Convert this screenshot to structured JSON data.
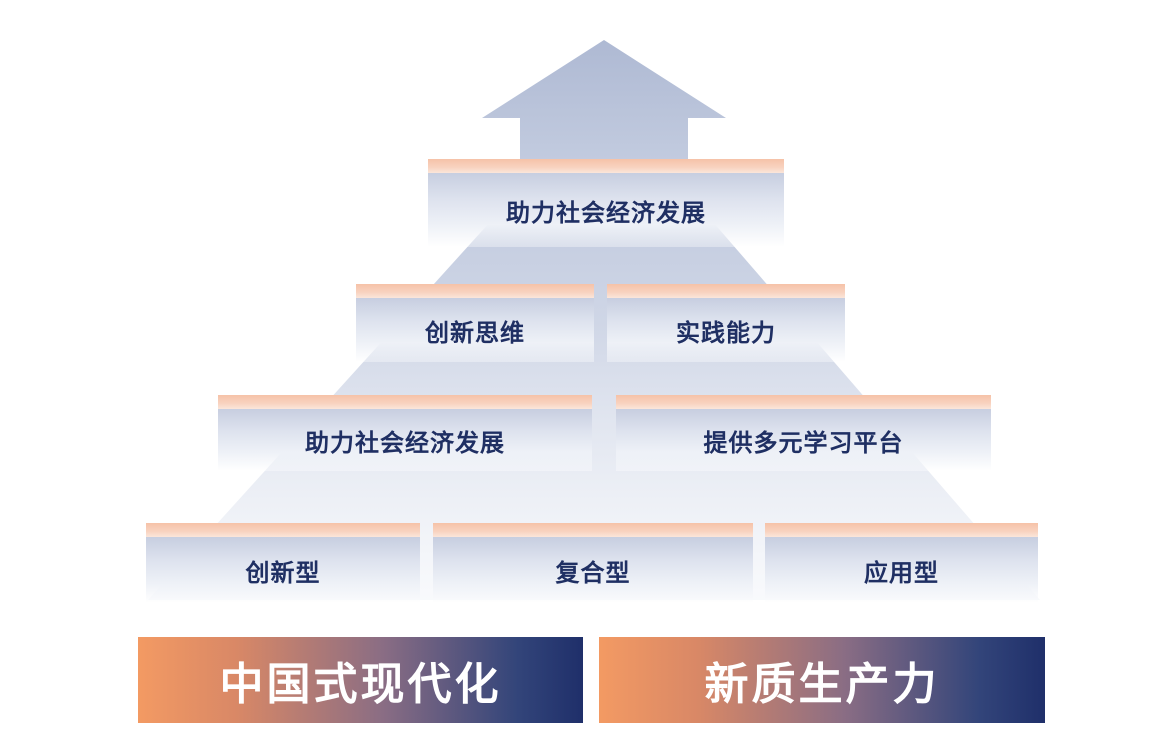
{
  "diagram": {
    "arrow_color": "#b6c1d9",
    "tier1": {
      "label": "助力社会经济发展"
    },
    "tier2": [
      {
        "label": "创新思维"
      },
      {
        "label": "实践能力"
      }
    ],
    "tier3": [
      {
        "label": "助力社会经济发展"
      },
      {
        "label": "提供多元学习平台"
      }
    ],
    "tier4": [
      {
        "label": "创新型"
      },
      {
        "label": "复合型"
      },
      {
        "label": "应用型"
      }
    ],
    "base": [
      {
        "label": "中国式现代化"
      },
      {
        "label": "新质生产力"
      }
    ]
  }
}
